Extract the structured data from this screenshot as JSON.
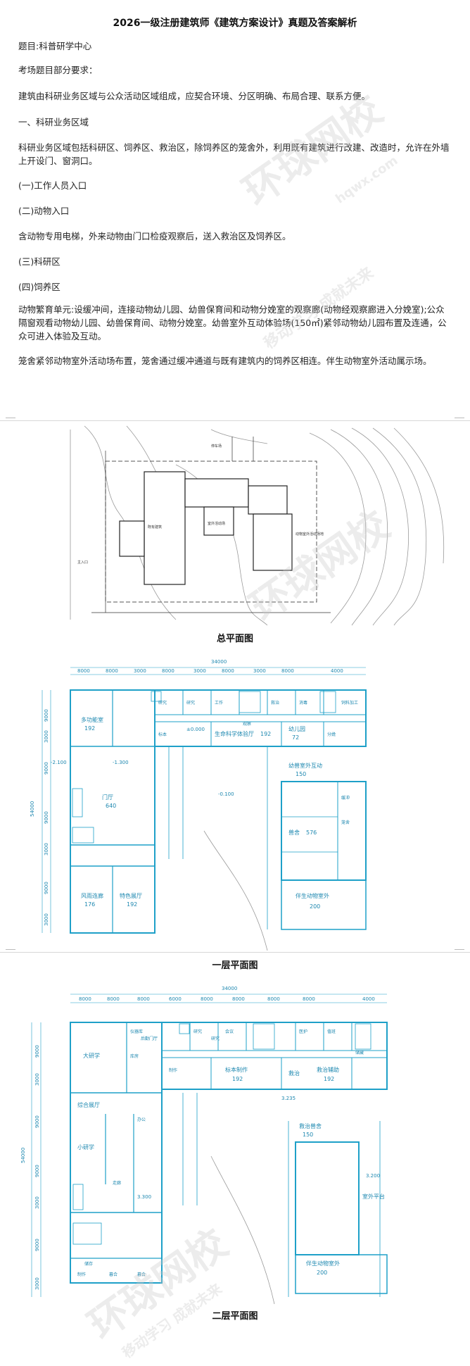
{
  "doc": {
    "title": "2026一级注册建筑师《建筑方案设计》真题及答案解析",
    "topic": "题目:科普研学中心",
    "req_intro": "考场题目部分要求：",
    "p1": "建筑由科研业务区域与公众活动区域组成，应契合环境、分区明确、布局合理、联系方便。",
    "h1": "一、科研业务区域",
    "p2": "科研业务区域包括科研区、饲养区、救治区，除饲养区的笼舍外，利用既有建筑进行改建、改造时，允许在外墙上开设门、窗洞口。",
    "s1": "(一)工作人员入口",
    "s2": "(二)动物入口",
    "p3": "含动物专用电梯，外来动物由门口检疫观察后，送入救治区及饲养区。",
    "s3": "(三)科研区",
    "s4": "(四)饲养区",
    "p4": "动物繁育单元:设缓冲间，连接动物幼儿园、幼兽保育间和动物分娩室的观察廊(动物经观察廊进入分娩室);公众隔窗观看动物幼儿园、幼兽保育间、动物分娩室。幼兽室外互动体验场(150㎡)紧邻动物幼儿园布置及连通，公众可进入体验及互动。",
    "p5": "笼舍紧邻动物室外活动场布置，笼舍通过缓冲通道与既有建筑内的饲养区相连。伴生动物室外活动属示场。"
  },
  "captions": {
    "site": "总平面图",
    "floor1": "一层平面图",
    "floor2": "二层平面图"
  },
  "watermarks": {
    "brand": "环球网校",
    "slogan": "移动学习 成就未来",
    "domain": "hqwx.com"
  },
  "site_plan": {
    "labels": [
      "既有建筑",
      "室外活动场",
      "动物室外活动场地",
      "停车场",
      "主入口"
    ]
  },
  "floor1": {
    "overall": "34000",
    "dims_top": [
      "8000",
      "8000",
      "3000",
      "8000",
      "3000",
      "8000",
      "3000",
      "8000",
      "4000"
    ],
    "dims_left": [
      "9000",
      "3000",
      "9000",
      "9000",
      "3000",
      "9000",
      "3000"
    ],
    "side_total": "54000",
    "rooms": [
      {
        "name": "多功能室",
        "area": "192"
      },
      {
        "name": "门厅",
        "area": "640"
      },
      {
        "name": "风雨连廊",
        "area": "176"
      },
      {
        "name": "特色展厅",
        "area": "192"
      },
      {
        "name": "生命科学体验厅",
        "area": "192"
      },
      {
        "name": "幼儿园",
        "area": "72"
      },
      {
        "name": "兽舍",
        "area": "576"
      },
      {
        "name": "伴生动物室外",
        "area": "200"
      },
      {
        "name": "幼兽室外互动",
        "area": "150"
      }
    ],
    "levels": [
      "±0.000",
      "-1.300",
      "-2.100",
      "-0.100"
    ],
    "small": [
      "研究",
      "研究",
      "工作",
      "救治",
      "消毒",
      "观察",
      "饲料加工",
      "标本",
      "分娩",
      "缓冲",
      "笼舍"
    ]
  },
  "floor2": {
    "overall": "34000",
    "dims_top": [
      "8000",
      "8000",
      "8000",
      "6000",
      "8000",
      "8000",
      "8000",
      "8000",
      "4000"
    ],
    "dims_left": [
      "9000",
      "3000",
      "9000",
      "9000",
      "3000",
      "9000",
      "3000"
    ],
    "side_total": "54000",
    "rooms": [
      {
        "name": "大研学",
        "area": ""
      },
      {
        "name": "综合展厅",
        "area": ""
      },
      {
        "name": "小研学",
        "area": ""
      },
      {
        "name": "标本制作",
        "area": "192"
      },
      {
        "name": "救治",
        "area": ""
      },
      {
        "name": "救治辅助",
        "area": "192"
      },
      {
        "name": "救治兽舍",
        "area": "150"
      },
      {
        "name": "室外平台",
        "area": ""
      },
      {
        "name": "伴生动物室外",
        "area": "200"
      }
    ],
    "levels": [
      "3.300",
      "3.200",
      "3.235"
    ],
    "small": [
      "仪器库",
      "后勤门厅",
      "研究",
      "研究",
      "会议",
      "医护",
      "值班",
      "储藏",
      "库房",
      "办公",
      "制作",
      "暮合",
      "暮合",
      "制作",
      "储存",
      "走廊"
    ]
  }
}
